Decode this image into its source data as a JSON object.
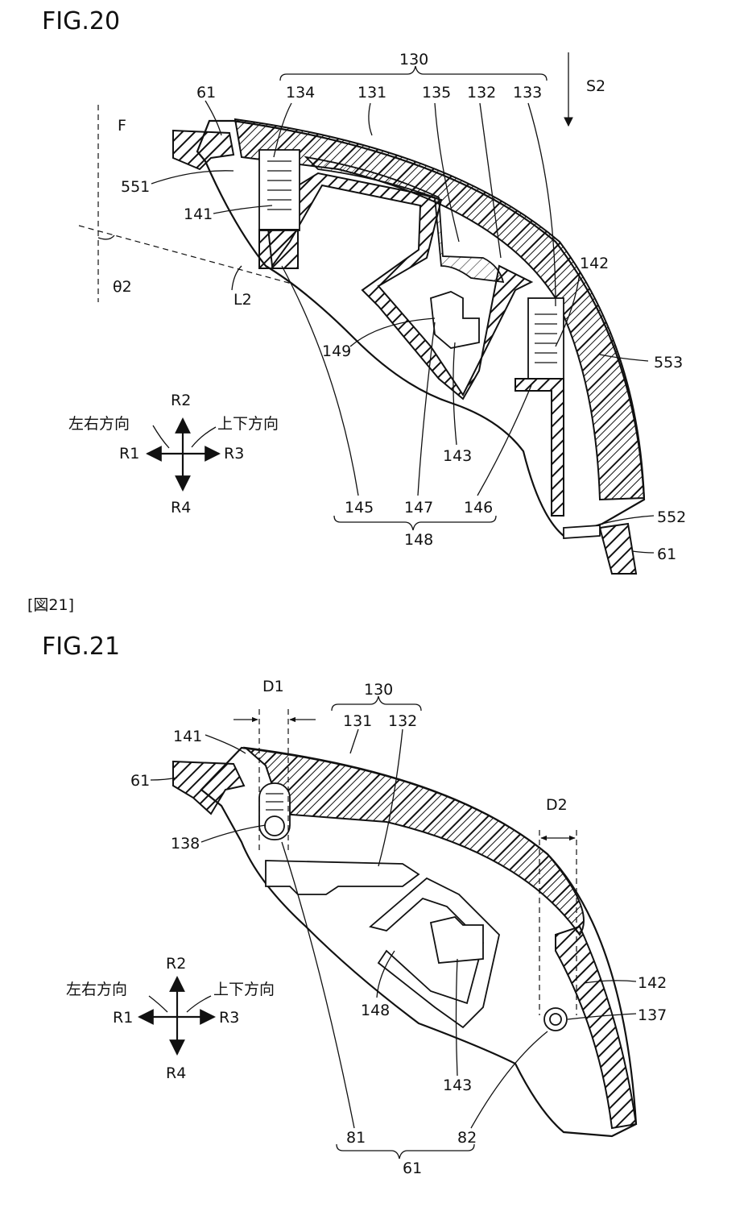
{
  "fig20": {
    "title": "FIG.20",
    "labels": {
      "l130": "130",
      "l134": "134",
      "l131": "131",
      "l135": "135",
      "l132": "132",
      "l133": "133",
      "lS2": "S2",
      "l61a": "61",
      "lF": "F",
      "l551": "551",
      "l141": "141",
      "ltheta": "θ2",
      "lL2": "L2",
      "l142": "142",
      "l149": "149",
      "l553": "553",
      "l143": "143",
      "l145": "145",
      "l147": "147",
      "l146": "146",
      "l148": "148",
      "l552": "552",
      "l61b": "61"
    },
    "axes": {
      "lr": "左右方向",
      "ud": "上下方向",
      "r1": "R1",
      "r2": "R2",
      "r3": "R3",
      "r4": "R4"
    }
  },
  "section_tag": "[図21]",
  "fig21": {
    "title": "FIG.21",
    "labels": {
      "lD1": "D1",
      "l130": "130",
      "l131": "131",
      "l132": "132",
      "l141": "141",
      "l61a": "61",
      "l138": "138",
      "lD2": "D2",
      "l142": "142",
      "l137": "137",
      "l148": "148",
      "l143": "143",
      "l81": "81",
      "l82": "82",
      "l61b": "61"
    },
    "axes": {
      "lr": "左右方向",
      "ud": "上下方向",
      "r1": "R1",
      "r2": "R2",
      "r3": "R3",
      "r4": "R4"
    }
  }
}
